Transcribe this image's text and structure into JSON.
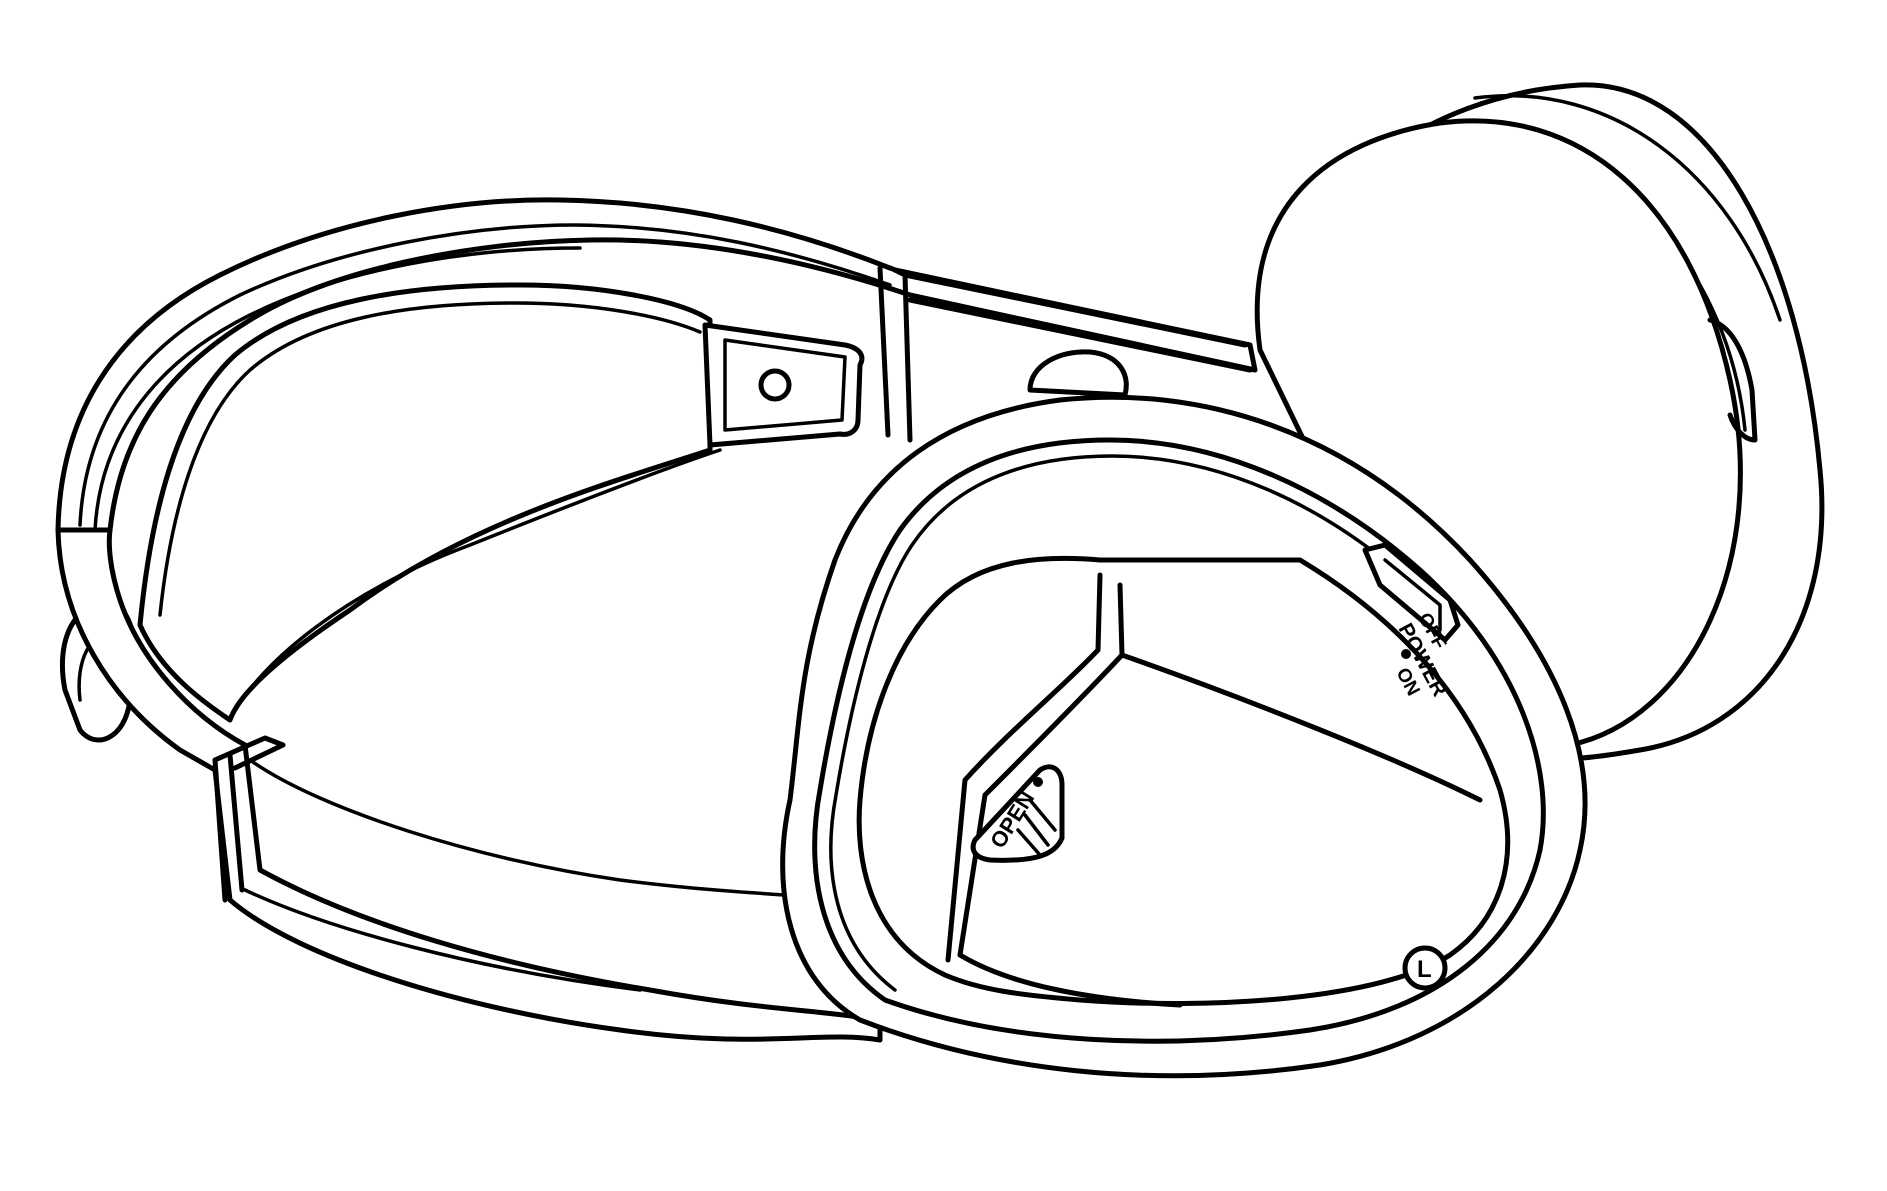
{
  "labels": {
    "power": "POWER",
    "off": "OFF",
    "on": "ON",
    "open": "OPEN",
    "side": "L"
  }
}
